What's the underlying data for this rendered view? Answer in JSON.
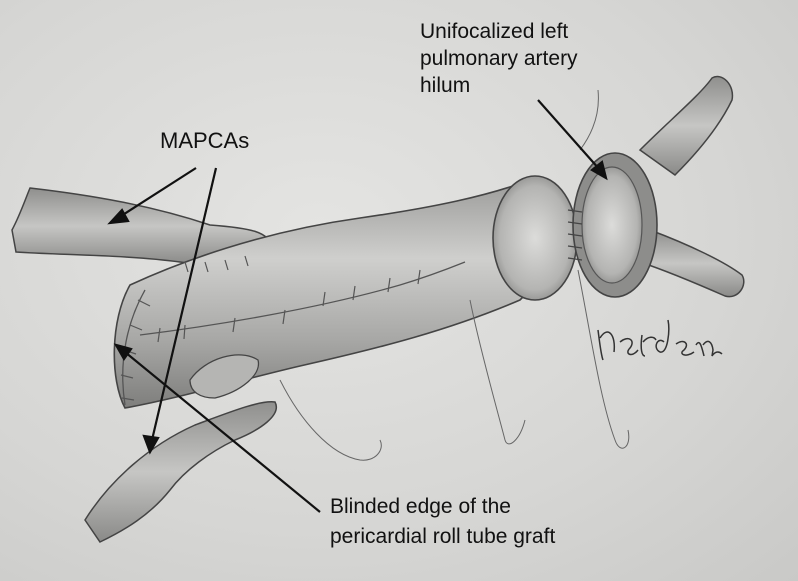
{
  "labels": {
    "mapcas": "MAPCAs",
    "unifocalized": [
      "Unifocalized left",
      "pulmonary artery",
      "hilum"
    ],
    "blinded_edge": [
      "Blinded edge of the",
      "pericardial roll tube graft"
    ]
  },
  "signature": "nerdem",
  "colors": {
    "background": "#d8d8d6",
    "ink": "#111111",
    "pencil": "#555555"
  }
}
